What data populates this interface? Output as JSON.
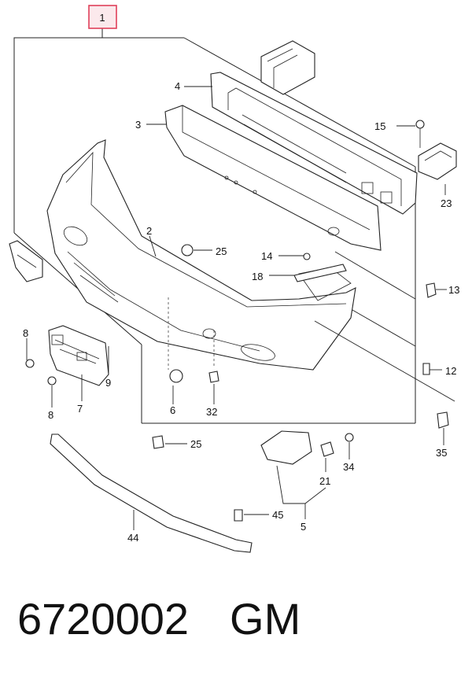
{
  "callouts": {
    "c1": "1",
    "c2": "2",
    "c3": "3",
    "c4": "4",
    "c5": "5",
    "c6": "6",
    "c7": "7",
    "c8a": "8",
    "c8b": "8",
    "c9": "9",
    "c12": "12",
    "c13": "13",
    "c14": "14",
    "c15": "15",
    "c18": "18",
    "c21": "21",
    "c23": "23",
    "c25a": "25",
    "c25b": "25",
    "c32": "32",
    "c34": "34",
    "c35": "35",
    "c44": "44",
    "c45": "45"
  },
  "footer": {
    "part_number": "6720002",
    "brand": "GM"
  },
  "colors": {
    "highlight_box": "#e0405a",
    "highlight_fill": "#fbe9ec",
    "ink": "#222222"
  }
}
